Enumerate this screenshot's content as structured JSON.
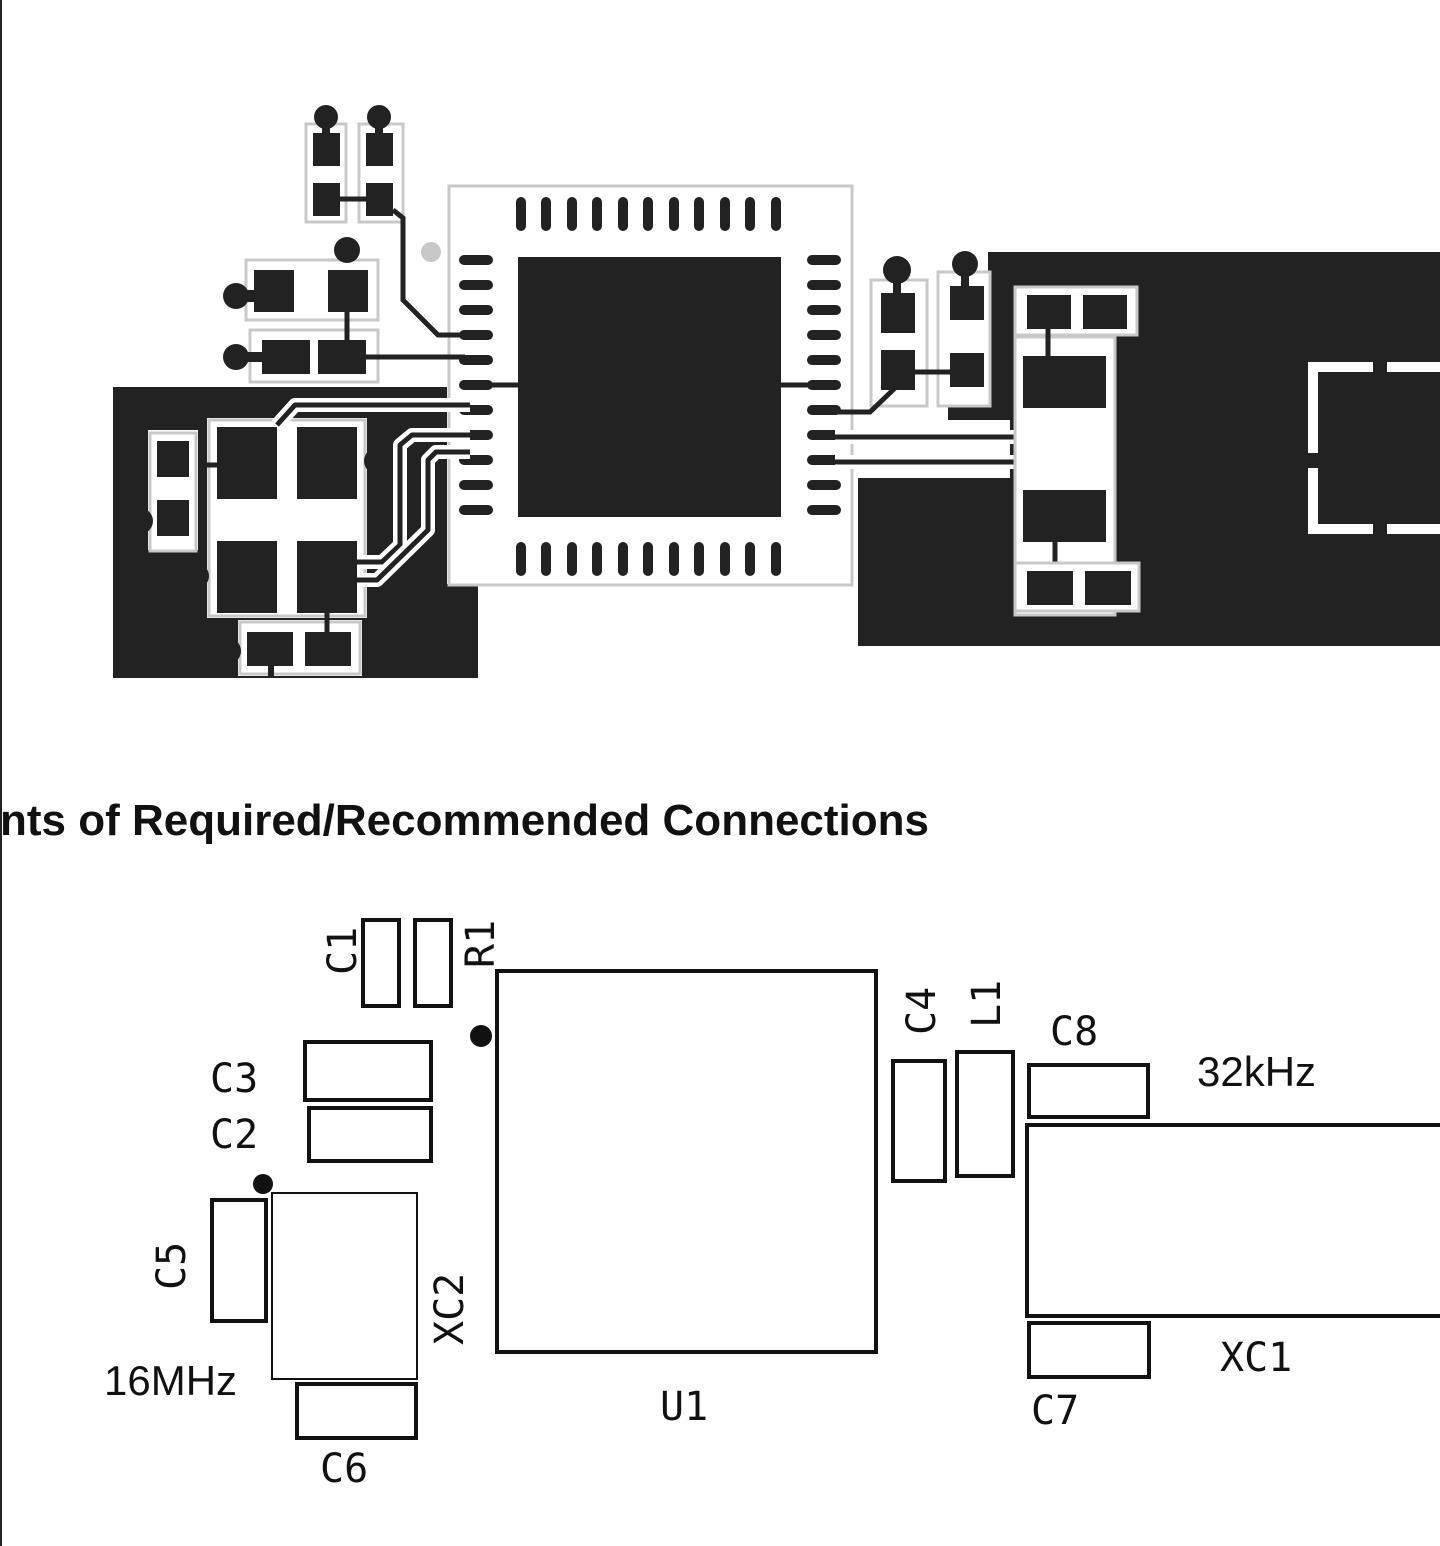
{
  "heading": "nts of Required/Recommended Connections",
  "silkscreen": {
    "ref_designators": {
      "c1": "C1",
      "r1": "R1",
      "c3": "C3",
      "c2": "C2",
      "c5": "C5",
      "xc2": "XC2",
      "c6": "C6",
      "u1": "U1",
      "c4": "C4",
      "l1": "L1",
      "c8": "C8",
      "c7": "C7",
      "xc1": "XC1"
    },
    "crystal_labels": {
      "xc2_freq": "16MHz",
      "xc1_freq": "32kHz"
    }
  },
  "colors": {
    "copper": "#222222",
    "outline": "#c8c8c8",
    "silk": "#111111",
    "background": "#ffffff"
  }
}
